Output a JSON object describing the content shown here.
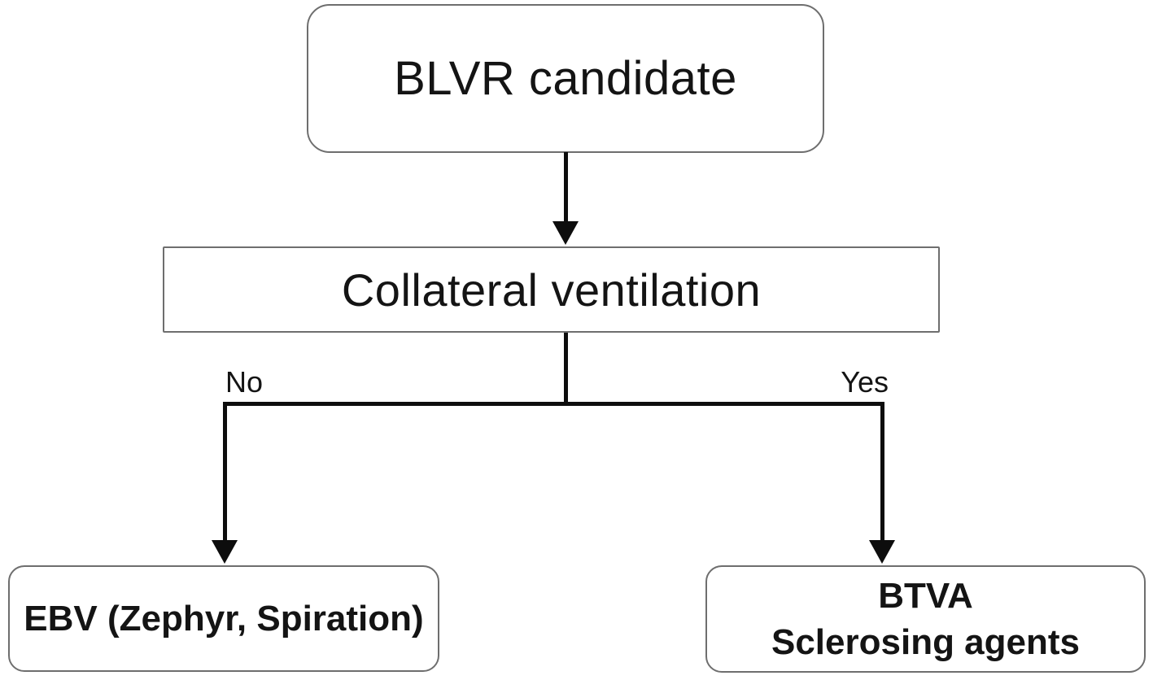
{
  "nodes": {
    "root": {
      "label": "BLVR candidate"
    },
    "decision": {
      "label": "Collateral ventilation"
    },
    "left_outcome": {
      "label": "EBV (Zephyr, Spiration)"
    },
    "right_outcome": {
      "line1": "BTVA",
      "line2": "Sclerosing agents"
    }
  },
  "edges": {
    "no_label": "No",
    "yes_label": "Yes"
  },
  "colors": {
    "background": "#ffffff",
    "box_border": "#6e6e6e",
    "line": "#0d0d0d",
    "text": "#141414"
  }
}
